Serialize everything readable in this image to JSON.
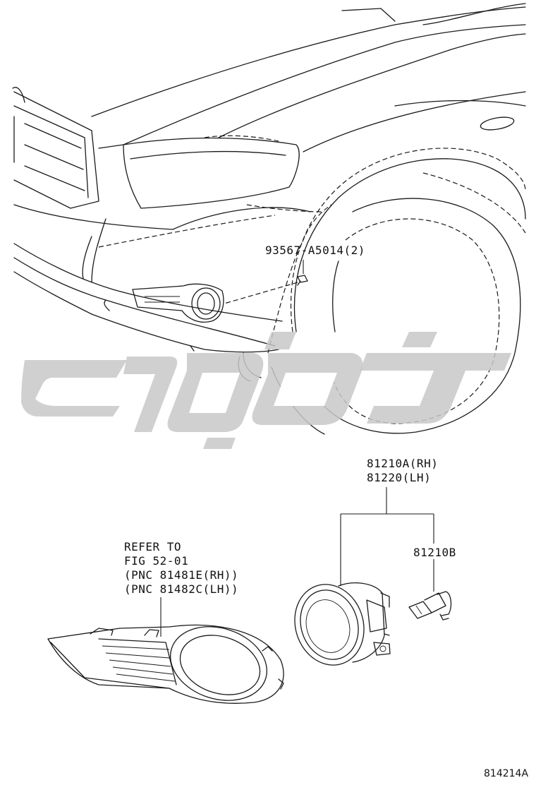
{
  "callouts": {
    "bolt": "93567-A5014(2)",
    "lamp_rh": "81210A(RH)",
    "lamp_lh": "81220(LH)",
    "bulb": "81210B",
    "refer_line1": "REFER TO",
    "refer_line2": "FIG 52-01",
    "refer_line3": "(PNC 81481E(RH))",
    "refer_line4": "(PNC 81482C(LH))"
  },
  "footer": {
    "illustration_code": "814214A"
  },
  "watermark": {
    "color": "#c8c8c8"
  }
}
